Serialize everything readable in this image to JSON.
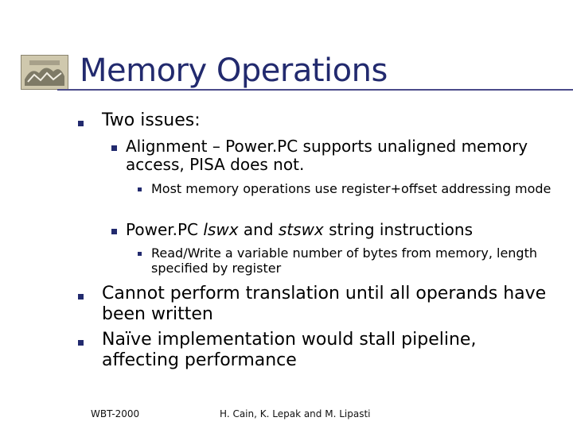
{
  "slide": {
    "title": "Memory Operations",
    "bullets": {
      "b1": "Two issues:",
      "b1_1": "Alignment – Power.PC supports unaligned memory access, PISA does not.",
      "b1_1_1": "Most memory operations use register+offset addressing mode",
      "b1_2": {
        "pre": "Power.PC ",
        "lswx": "lswx",
        "mid": " and ",
        "stswx": "stswx",
        "post": " string instructions"
      },
      "b1_2_1": "Read/Write a variable number of bytes from memory, length specified by register",
      "b2": "Cannot perform translation until all operands have been written",
      "b3": "Naïve implementation would stall pipeline, affecting performance"
    },
    "footer": {
      "left": "WBT-2000",
      "center": "H. Cain, K. Lepak and M. Lipasti"
    }
  },
  "colors": {
    "title": "#222a6e",
    "bullet": "#222a6e"
  }
}
